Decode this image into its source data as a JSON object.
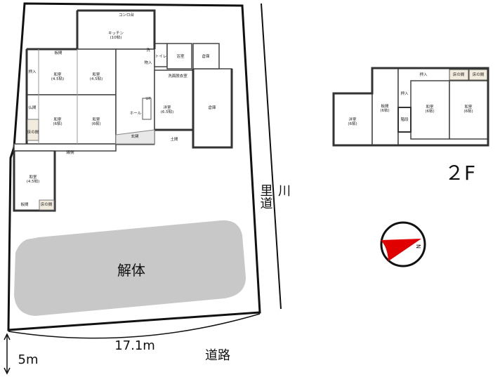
{
  "first_floor": {
    "kitchen": "キッチン",
    "kitchen_size": "(10帖)",
    "stove": "コンロ台",
    "itama_top": "板間",
    "oshiire": "押入",
    "washitsu_a": "和室",
    "washitsu_a_size": "(4.5帖)",
    "washitsu_b": "和室",
    "washitsu_b_size": "(4.5帖)",
    "butsuma": "仏間",
    "tokonoma": "床の間",
    "washitsu_c": "和室",
    "washitsu_c_size": "(6帖)",
    "washitsu_d": "和室",
    "washitsu_d_size": "(6帖)",
    "hall": "ホール",
    "up": "UP",
    "youshitsu": "洋室",
    "youshitsu_size": "(6.5帖)",
    "storage_small": "倉庫",
    "storage_large": "倉庫",
    "bath": "浴室",
    "toilet": "トイレ",
    "sink": "洗",
    "closet": "物入",
    "washroom": "洗面脱衣室",
    "entrance": "玄関",
    "doma": "土間",
    "engawa": "縁側",
    "washitsu_e": "和室",
    "washitsu_e_size": "(4.5帖)",
    "itama_bottom": "板間",
    "tokonoma_bottom": "床の間"
  },
  "second_floor": {
    "label": "２F",
    "oshiire_top": "押入",
    "oshiire_side": "押入",
    "tokonoma_1": "床の間",
    "tokonoma_2": "床の間",
    "washitsu_1": "和室",
    "washitsu_1_size": "(6帖)",
    "washitsu_2": "和室",
    "washitsu_2_size": "(6帖)",
    "itama": "板間",
    "itama_size": "(6帖)",
    "stairs": "階段",
    "youshitsu": "洋室",
    "youshitsu_size": "(6帖)"
  },
  "site": {
    "demolition": "解体",
    "path": "里道",
    "river": "川",
    "frontage": "17.1m",
    "road": "道路",
    "road_width": "5m"
  },
  "compass": {
    "letter": "N",
    "color": "#e00000"
  }
}
